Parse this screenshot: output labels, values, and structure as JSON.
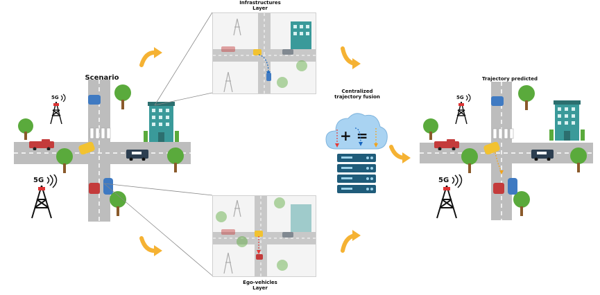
{
  "labels": {
    "scenario": "Scenario",
    "infra_title": "Infrastructures\nLayer",
    "ego_title": "Ego-vehicles\nLayer",
    "fusion_title": "Centralized\ntrajectory fusion",
    "predicted_title": "Trajectory predicted",
    "tower_5g": "5G",
    "fusion_symbols": "+ ="
  },
  "colors": {
    "road": "#bdbdbd",
    "road_line": "#ffffff",
    "tree": "#5aaa3c",
    "trunk": "#8a5a2b",
    "building": "#3a9a9a",
    "building_dark": "#2c6f6f",
    "arrow": "#f5b233",
    "cloud": "#a9d3f2",
    "server": "#1f5c7a",
    "server_light": "#2d7ea6",
    "car_yellow": "#f2c230",
    "car_red": "#c43b3b",
    "car_blue": "#3f7ac2",
    "police": "#2c3e50",
    "pin": "#e53935",
    "path": "#1565c0",
    "path_orange": "#f2a31b"
  }
}
